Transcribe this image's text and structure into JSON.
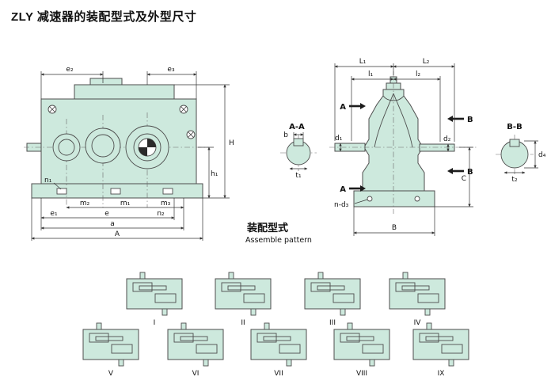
{
  "title": "ZLY 减速器的装配型式及外型尺寸",
  "side_view": {
    "e2": "e₂",
    "e3": "e₃",
    "H": "H",
    "h1": "h₁",
    "n1": "n₁",
    "m2": "m₂",
    "m1": "m₁",
    "m3": "m₃",
    "e1": "e₁",
    "e": "e",
    "n2": "n₂",
    "a": "a",
    "A": "A"
  },
  "section_aa": {
    "title": "A-A",
    "b": "b",
    "t1": "t₁"
  },
  "front_view": {
    "L1": "L₁",
    "L2": "L₂",
    "l1": "l₁",
    "l2": "l₂",
    "A_mark": "A",
    "B_mark": "B",
    "d1": "d₁",
    "d2": "d₂",
    "C": "C",
    "B": "B",
    "nd3": "n-d₃"
  },
  "section_bb": {
    "title": "B-B",
    "d4": "d₄",
    "t2": "t₂"
  },
  "assemble": {
    "zh": "装配型式",
    "en": "Assemble pattern"
  },
  "patterns": [
    "I",
    "II",
    "III",
    "IV",
    "V",
    "VI",
    "VII",
    "VIII",
    "IX"
  ]
}
